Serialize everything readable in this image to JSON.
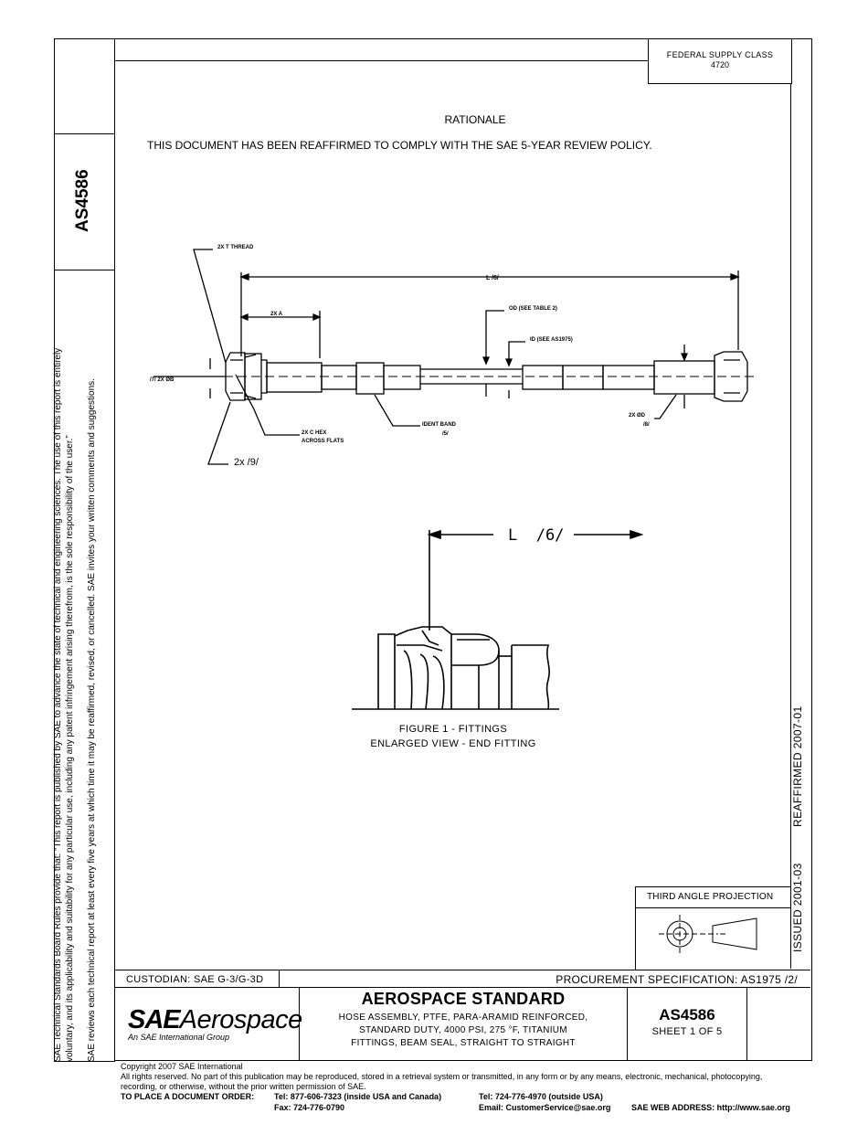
{
  "side_panel": {
    "doc_number": "AS4586",
    "disclaimer_line1": "SAE Technical Standards Board Rules provide that: “This report is published by SAE to advance the state of technical and engineering sciences. The use of this report is entirely",
    "disclaimer_line2": "voluntary, and its applicability and suitability for any particular use, including any patent infringement arising therefrom, is the sole responsibility of the user.”",
    "disclaimer_line3": "SAE reviews each technical report at least every five years at which time it may be reaffirmed, revised, or cancelled. SAE invites your written comments and suggestions."
  },
  "header": {
    "supply_class_label": "FEDERAL SUPPLY CLASS",
    "supply_class_value": "4720"
  },
  "body": {
    "rationale_title": "RATIONALE",
    "rationale_text": "THIS DOCUMENT HAS BEEN REAFFIRMED TO COMPLY WITH THE SAE 5-YEAR REVIEW POLICY."
  },
  "drawing_labels": {
    "thread": "2X T THREAD",
    "length": "L /6/",
    "od": "OD (SEE TABLE 2)",
    "id": "ID (SEE AS1975)",
    "two_a": "2X A",
    "diam_b": "/7/ 2X ØB",
    "hex_line1": "2X C HEX",
    "hex_line2": "ACROSS FLATS",
    "band_line1": "IDENT BAND",
    "band_line2": "/5/",
    "diam_d_line1": "2X ØD",
    "diam_d_line2": "/8/",
    "note9": "2x /9/",
    "enlarged_length": "L  /6/"
  },
  "figure": {
    "caption_line1": "FIGURE 1 - FITTINGS",
    "caption_line2": "ENLARGED VIEW - END FITTING"
  },
  "right_margin": {
    "issued": "ISSUED 2001-03",
    "reaffirmed": "REAFFIRMED 2007-01"
  },
  "projection": {
    "label": "THIRD ANGLE PROJECTION"
  },
  "title_block": {
    "custodian": "CUSTODIAN:  SAE G-3/G-3D",
    "procurement": "PROCUREMENT SPECIFICATION: AS1975 /2/",
    "logo_main": "SAE",
    "logo_aero": "Aerospace",
    "logo_sub": "An SAE International Group",
    "standard_title": "AEROSPACE STANDARD",
    "desc_line1": "HOSE ASSEMBLY, PTFE, PARA-ARAMID REINFORCED,",
    "desc_line2": "STANDARD DUTY, 4000 PSI, 275 °F, TITANIUM",
    "desc_line3": "FITTINGS, BEAM SEAL, STRAIGHT TO STRAIGHT",
    "doc_number": "AS4586",
    "sheet": "SHEET 1 OF 5"
  },
  "footer": {
    "copyright": "Copyright 2007 SAE International",
    "rights_line1": "All rights reserved. No part of this publication may be reproduced, stored in a retrieval system or transmitted, in any form or by any means, electronic, mechanical, photocopying,",
    "rights_line2": "recording, or otherwise, without the prior written permission of SAE.",
    "order_label": "TO PLACE A DOCUMENT ORDER:",
    "tel_us": "Tel: 877-606-7323 (inside USA and Canada)",
    "tel_intl": "Tel: 724-776-4970 (outside USA)",
    "fax": "Fax: 724-776-0790",
    "email": "Email:  CustomerService@sae.org",
    "web": "SAE WEB ADDRESS: http://www.sae.org"
  }
}
